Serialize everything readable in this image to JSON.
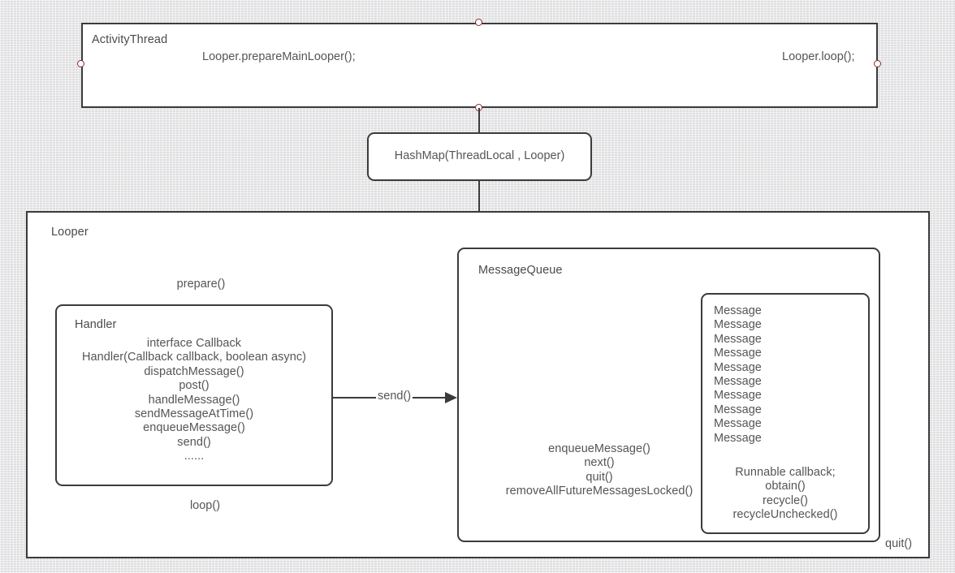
{
  "diagram": {
    "title": "Android Looper / Handler / MessageQueue architecture",
    "background_color": "#e2e2e4",
    "border_color": "#3b3b3b",
    "text_color": "#555555",
    "endpoint_color": "#8f2b2b"
  },
  "activity_thread": {
    "title": "ActivityThread",
    "prepare_call": "Looper.prepareMainLooper();",
    "loop_call": "Looper.loop();"
  },
  "hashmap": {
    "label": "HashMap(ThreadLocal , Looper)"
  },
  "looper": {
    "title": "Looper",
    "prepare_label": "prepare()",
    "loop_label": "loop()",
    "quit_label": "quit()"
  },
  "handler": {
    "title": "Handler",
    "methods": [
      "interface Callback",
      "Handler(Callback callback, boolean async)",
      "dispatchMessage()",
      "post()",
      "handleMessage()",
      "sendMessageAtTime()",
      "enqueueMessage()",
      "send()",
      "......"
    ]
  },
  "message_queue": {
    "title": "MessageQueue",
    "methods": [
      "enqueueMessage()",
      "next()",
      "quit()",
      "removeAllFutureMessagesLocked()"
    ]
  },
  "message": {
    "items": [
      "Message",
      "Message",
      "Message",
      "Message",
      "Message",
      "Message",
      "Message",
      "Message",
      "Message",
      "Message"
    ],
    "methods": [
      "Runnable callback;",
      "obtain()",
      "recycle()",
      "recycleUnchecked()"
    ]
  },
  "edges": {
    "send_label": "send()"
  }
}
